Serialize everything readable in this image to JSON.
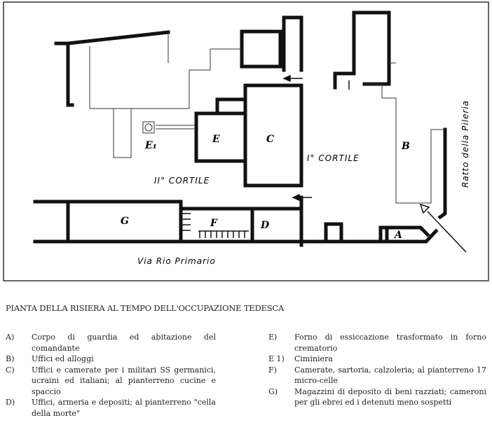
{
  "plan": {
    "labels": {
      "A": "A",
      "B": "B",
      "C": "C",
      "D": "D",
      "E": "E",
      "E1": "E₁",
      "F": "F",
      "G": "G"
    },
    "courtyard_1": "I° CORTILE",
    "courtyard_2": "II° CORTILE",
    "street_bottom": "Via Rio Primario",
    "street_right": "Ratto della Pileria"
  },
  "caption": "PIANTA DELLA RISIERA AL TEMPO DELL'OCCUPAZIONE TEDESCA",
  "legend_left": [
    {
      "key": "A)",
      "text": "Corpo di guardia ed abitazione del comandante"
    },
    {
      "key": "B)",
      "text": "Uffici ed alloggi"
    },
    {
      "key": "C)",
      "text": "Uffici e camerate per i militari SS germanici, ucraini ed italiani; al pianterreno cucine e spaccio"
    },
    {
      "key": "D)",
      "text": "Uffici, armeria e depositi; al pianterreno \"cella della morte\""
    }
  ],
  "legend_right": [
    {
      "key": "E)",
      "text": "Forno di essiccazione trasformato in forno crematorio"
    },
    {
      "key": "E 1)",
      "text": "Ciminiera"
    },
    {
      "key": "F)",
      "text": "Camerate, sartoria, calzoleria; al pianterreno 17 micro-celle"
    },
    {
      "key": "G)",
      "text": "Magazzini di deposito di beni razziati; cameroni per gli ebrei ed i detenuti meno sospetti"
    }
  ]
}
